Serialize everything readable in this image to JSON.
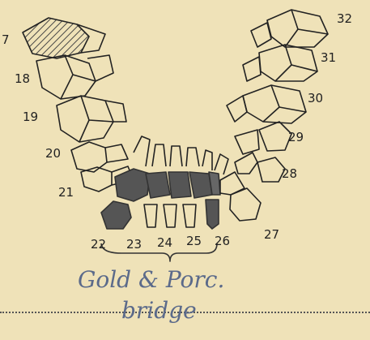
{
  "tooth_numbers": {
    "n17": "7",
    "n18": "18",
    "n19": "19",
    "n20": "20",
    "n21": "21",
    "n22": "22",
    "n23": "23",
    "n24": "24",
    "n25": "25",
    "n26": "26",
    "n27": "27",
    "n28": "28",
    "n29": "29",
    "n30": "30",
    "n31": "31",
    "n32": "32"
  },
  "annotation": {
    "line1": "Gold & Porc.",
    "line2": "bridge"
  },
  "colors": {
    "paper": "#efe2b8",
    "ink": "#222222",
    "shade": "#555555",
    "handwriting": "#5b6a8a"
  }
}
